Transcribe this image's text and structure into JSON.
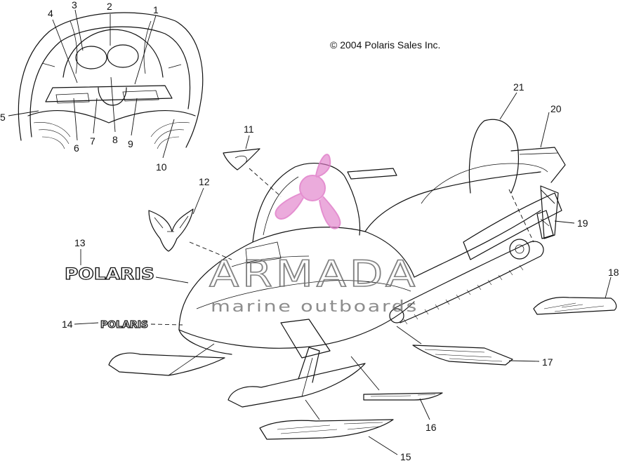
{
  "copyright": "© 2004 Polaris Sales Inc.",
  "watermark": {
    "brand": "ARMADA",
    "tagline": "marine outboards",
    "logo_color": "#e07cc8"
  },
  "decal_text": {
    "polaris_large": "POLARIS",
    "polaris_small": "POLARIS"
  },
  "callouts": [
    {
      "id": "c1",
      "label": "1"
    },
    {
      "id": "c2",
      "label": "2"
    },
    {
      "id": "c3",
      "label": "3"
    },
    {
      "id": "c4",
      "label": "4"
    },
    {
      "id": "c5",
      "label": "5"
    },
    {
      "id": "c6",
      "label": "6"
    },
    {
      "id": "c7",
      "label": "7"
    },
    {
      "id": "c8",
      "label": "8"
    },
    {
      "id": "c9",
      "label": "9"
    },
    {
      "id": "c10",
      "label": "10"
    },
    {
      "id": "c11",
      "label": "11"
    },
    {
      "id": "c12",
      "label": "12"
    },
    {
      "id": "c13",
      "label": "13"
    },
    {
      "id": "c14",
      "label": "14"
    },
    {
      "id": "c15",
      "label": "15"
    },
    {
      "id": "c16",
      "label": "16"
    },
    {
      "id": "c17",
      "label": "17"
    },
    {
      "id": "c18",
      "label": "18"
    },
    {
      "id": "c19",
      "label": "19"
    },
    {
      "id": "c20",
      "label": "20"
    },
    {
      "id": "c21",
      "label": "21"
    }
  ]
}
